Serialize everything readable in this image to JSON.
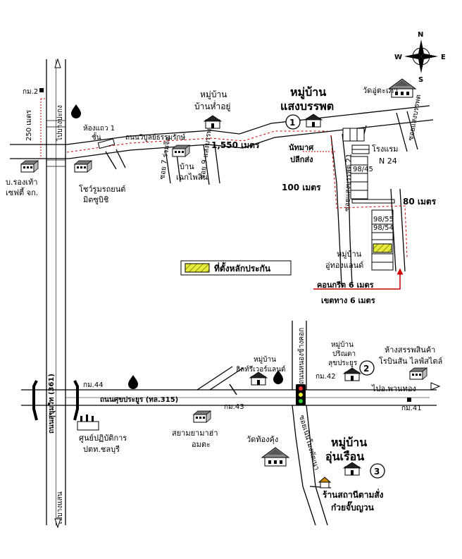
{
  "compass": {
    "n": "N",
    "s": "S",
    "e": "E",
    "w": "W"
  },
  "legend": {
    "label": "ที่ตั้งหลักประกัน",
    "swatch_color": "#e7ec3c"
  },
  "roads": {
    "ring_road": "ถนนวิบูลย์ธรรมรักษ์",
    "sukhumvit": "ถนนสุขุมวิท (361)",
    "sukhumvit_top": "ไปบางปะกง",
    "sukhumvit_bottom": "ไปบางแสน",
    "prayoon": "ถนนศุขประยูร (ทล.315)",
    "to_phanthong": "ไปอ.พานทอง",
    "nong_kham": "ถนนหนองข้างคอก",
    "noen_mong": "ซอยเนินโมงพัฒนา",
    "soi_left": "ซอย 7 ร่วมจิต",
    "soi_mid": "ซอย 9 แสงบรรพต",
    "soi_vertical": "ซอยแสงบรรพต 21",
    "soi_right": "ซอยแสงบรรพต",
    "soi_n24": "N 24"
  },
  "places": {
    "village_bh": [
      "หมู่บ้าน",
      "บ้านห่ำอยู่"
    ],
    "village_sb": [
      "หมู่บ้าน",
      "แสงบรรพต"
    ],
    "temple_top": "วัดอู่ตะเภา",
    "shophouse": [
      "ห้องแถว 1",
      "ชั้น"
    ],
    "ban_cp": [
      "บ้าน",
      "เฉกไพลิน"
    ],
    "hotel": "โรงแรม",
    "company": [
      "บ.รองเท้า",
      "เซฟตี้ จก."
    ],
    "showroom": [
      "โชว์รูมรถยนต์",
      "มิตซูบิชิ"
    ],
    "village_utd": [
      "หมู่บ้าน",
      "อู่ทองแลนด์"
    ],
    "concrete": "คอนกรีต 6 เมตร",
    "road_width": "เขตทาง 6 เมตร",
    "nightmarket": [
      "นัทมาศ",
      "ปลีกส่ง"
    ],
    "village_sh": [
      "หมู่บ้าน",
      "ฮิลท์รีเวอร์แลนด์"
    ],
    "village_pr": [
      "หมู่บ้าน",
      "ปริณดา",
      "ลุขประยูร"
    ],
    "mall": [
      "ห้างสรรพสินค้า",
      "โรบินสัน ไลฟ์สไตล์"
    ],
    "service_center": [
      "ศูนย์ปฏิบัติการ",
      "ปตท.ชลบุรี"
    ],
    "yamaha": [
      "สยามยามาฮ่า",
      "อมตะ"
    ],
    "temple_bottom": "วัดท้องคุ้ง",
    "village_ur": [
      "หมู่บ้าน",
      "อุ่นเรือน"
    ],
    "shop": [
      "ร้านสถานีตามสั่ง",
      "ก๋วยจั๊บญวน"
    ]
  },
  "distances": {
    "d250": "250 เมตร",
    "d1550": "1,550 เมตร",
    "d100": "100 เมตร",
    "d80": "80 เมตร"
  },
  "markers": {
    "km2": "กม.2",
    "km44": "กม.44",
    "km43": "กม.43",
    "km42": "กม.42",
    "km41": "กม.41",
    "lot_a": "98/45",
    "lot_b": "98/55",
    "lot_c": "98/54",
    "num1": "1",
    "num2": "2",
    "num3": "3"
  }
}
